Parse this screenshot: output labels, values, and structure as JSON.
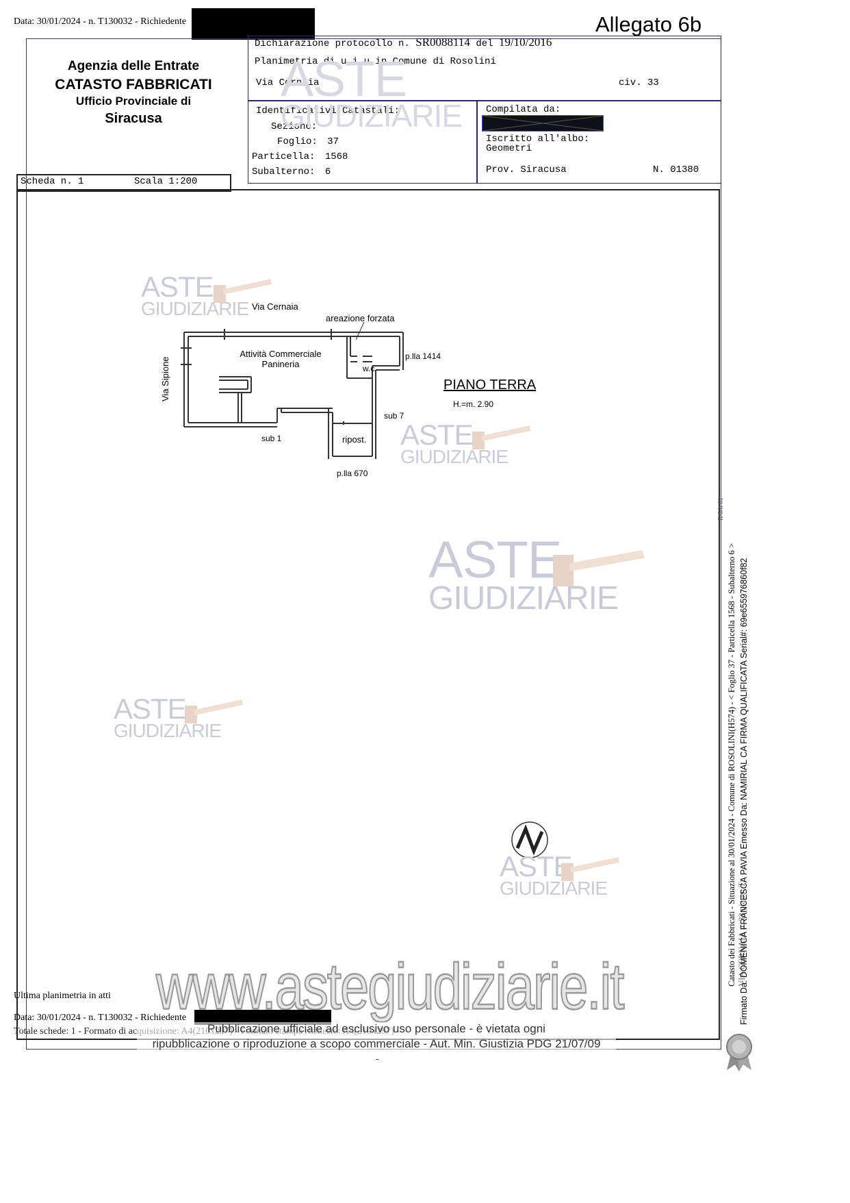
{
  "header": {
    "top_line": "Data: 30/01/2024 - n. T130032 - Richiedente",
    "allegato": "Allegato 6b"
  },
  "office": {
    "line1": "Agenzia delle Entrate",
    "line2": "CATASTO FABBRICATI",
    "line3": "Ufficio Provinciale di",
    "line4": "Siracusa"
  },
  "declaration": {
    "protocol_label": "Dichiarazione protocollo n.",
    "protocol_number": "SR0088114",
    "date_label": "del",
    "date": "19/10/2016",
    "planimetria": "Planimetria di u.i.u.in Comune di Rosolini",
    "address": "Via Cernaia",
    "civ": "civ. 33"
  },
  "identifiers": {
    "title": "Identificativi Catastali:",
    "sezione_label": "Sezione:",
    "sezione_value": "",
    "foglio_label": "Foglio:",
    "foglio_value": "37",
    "particella_label": "Particella:",
    "particella_value": "1568",
    "subalterno_label": "Subalterno:",
    "subalterno_value": "6"
  },
  "compiler": {
    "title": "Compilata da:",
    "albo_label": "Iscritto all'albo:",
    "albo_value": "Geometri",
    "prov": "Prov. Siracusa",
    "number": "N. 01380"
  },
  "scheda": {
    "label": "Scheda n. 1",
    "scale": "Scala 1:200"
  },
  "plan": {
    "street_top": "Via Cernaia",
    "street_left": "Via Sipione",
    "areazione": "areazione forzata",
    "room_main_1": "Attività Commerciale",
    "room_main_2": "Panineria",
    "wc": "w.c.",
    "pla_1414": "p.lla 1414",
    "sub7": "sub 7",
    "sub1": "sub 1",
    "ripost": "ripost.",
    "pla_670": "p.lla 670",
    "floor": "PIANO TERRA",
    "height": "H.=m. 2.90"
  },
  "watermark": {
    "aste": "ASTE",
    "giudiziarie": "GIUDIZIARIE",
    "site": "www.astegiudiziarie.it",
    "notice_1": "Pubblicazione ufficiale ad esclusivo uso personale - è vietata ogni",
    "notice_2": "ripubblicazione o riproduzione a scopo commerciale - Aut. Min. Giustizia PDG 21/07/09"
  },
  "side": {
    "catasto_line": "Catasto dei Fabbricati - Situazione al 30/01/2024 - Comune di ROSOLINI(H574) - < Foglio 37 - Particella 1568 - Subalterno 6 >",
    "via_line": "VIA CERNAIA n. 33 piano: T;",
    "firma_line": "Firmato Da: DOMENICA FRANCESCA PAVIA Emesso Da: NAMIRIAL CA FIRMA QUALIFICATA Serial#: 69e655976860f82",
    "small_code": "Il/6/h 01"
  },
  "footer": {
    "ultima": "Ultima planimetria in atti",
    "data_line": "Data: 30/01/2024 - n. T130032 - Richiedente",
    "totale": "Totale schede: 1 - Formato di acquisizione: A4(210x297) - Formato stampa richiesto: A4(210x297)"
  }
}
